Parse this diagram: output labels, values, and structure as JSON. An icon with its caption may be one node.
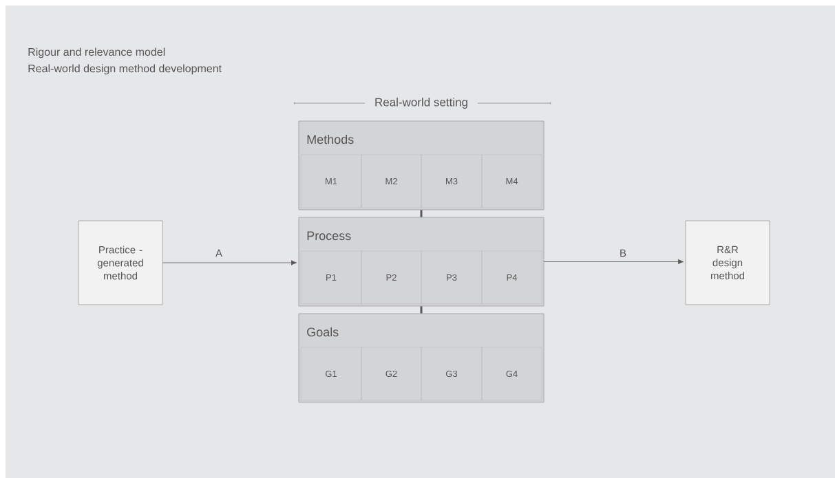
{
  "diagram": {
    "title": "Rigour and relevance model",
    "nodes": [
      {
        "text": [
          "Practice - generated method"
        ]
      },
      {
        "text": [
          "Methods"
        ]
      },
      {
        "text": [
          "M1"
        ],
        "in": 1
      },
      {
        "text": [
          "M2"
        ],
        "in": 1
      },
      {
        "text": [
          "M3"
        ],
        "in": 1
      },
      {
        "text": [
          "M4"
        ],
        "in": 1
      },
      {
        "text": [
          "Process"
        ]
      },
      {
        "text": [
          "P1"
        ],
        "in": 6
      },
      {
        "text": [
          "P2"
        ],
        "in": 6
      },
      {
        "text": [
          "P3"
        ],
        "in": 6
      },
      {
        "text": [
          "P4"
        ],
        "in": 6
      },
      {
        "text": [
          "Goals"
        ]
      },
      {
        "text": [
          "G1"
        ],
        "in": 11
      },
      {
        "text": [
          "G2"
        ],
        "in": 11
      },
      {
        "text": [
          "G3"
        ],
        "in": 11
      },
      {
        "text": [
          "G4"
        ],
        "in": 11
      },
      {
        "text": [
          "R&R design method"
        ]
      }
    ],
    "edges": [
      {
        "from": 0,
        "to": 6,
        "arrow": "to",
        "label": "A"
      },
      {
        "from": 6,
        "to": 16,
        "arrow": "to",
        "label": "B"
      },
      {
        "from": 1,
        "to": 6,
        "arrow": "none",
        "style": "thick"
      },
      {
        "from": 6,
        "to": 11,
        "arrow": "none",
        "style": "thick"
      }
    ],
    "labels": [
      "Real-world design method development",
      "Real-world setting"
    ]
  }
}
